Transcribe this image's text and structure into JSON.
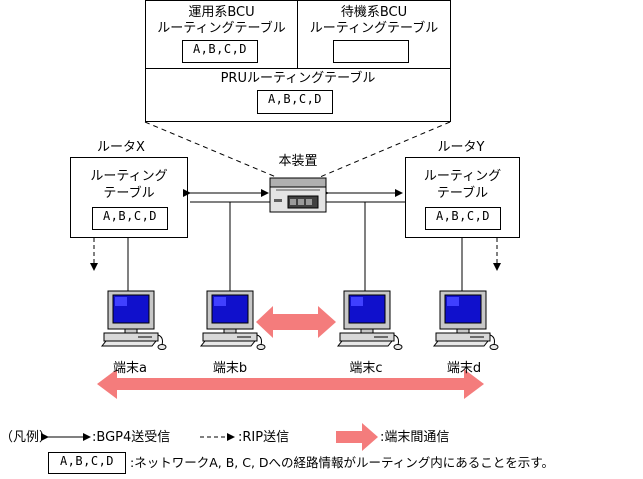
{
  "bcu_active": {
    "line1": "運用系BCU",
    "line2": "ルーティングテーブル",
    "routes": "A,B,C,D"
  },
  "bcu_standby": {
    "line1": "待機系BCU",
    "line2": "ルーティングテーブル",
    "routes": ""
  },
  "pru": {
    "label": "PRUルーティングテーブル",
    "routes": "A,B,C,D"
  },
  "device": {
    "label": "本装置"
  },
  "router_x": {
    "title": "ルータX",
    "line1": "ルーティング",
    "line2": "テーブル",
    "routes": "A,B,C,D"
  },
  "router_y": {
    "title": "ルータY",
    "line1": "ルーティング",
    "line2": "テーブル",
    "routes": "A,B,C,D"
  },
  "terminals": [
    {
      "label": "端末a"
    },
    {
      "label": "端末b"
    },
    {
      "label": "端末c"
    },
    {
      "label": "端末d"
    }
  ],
  "legend": {
    "prefix": "（凡例）",
    "bgp": ":BGP4送受信",
    "rip": ":RIP送信",
    "comm": ":端末間通信",
    "routes_sample": "A,B,C,D",
    "routes_desc": ":ネットワークA, B, C, Dへの経路情報がルーティング内にあることを示す。"
  }
}
